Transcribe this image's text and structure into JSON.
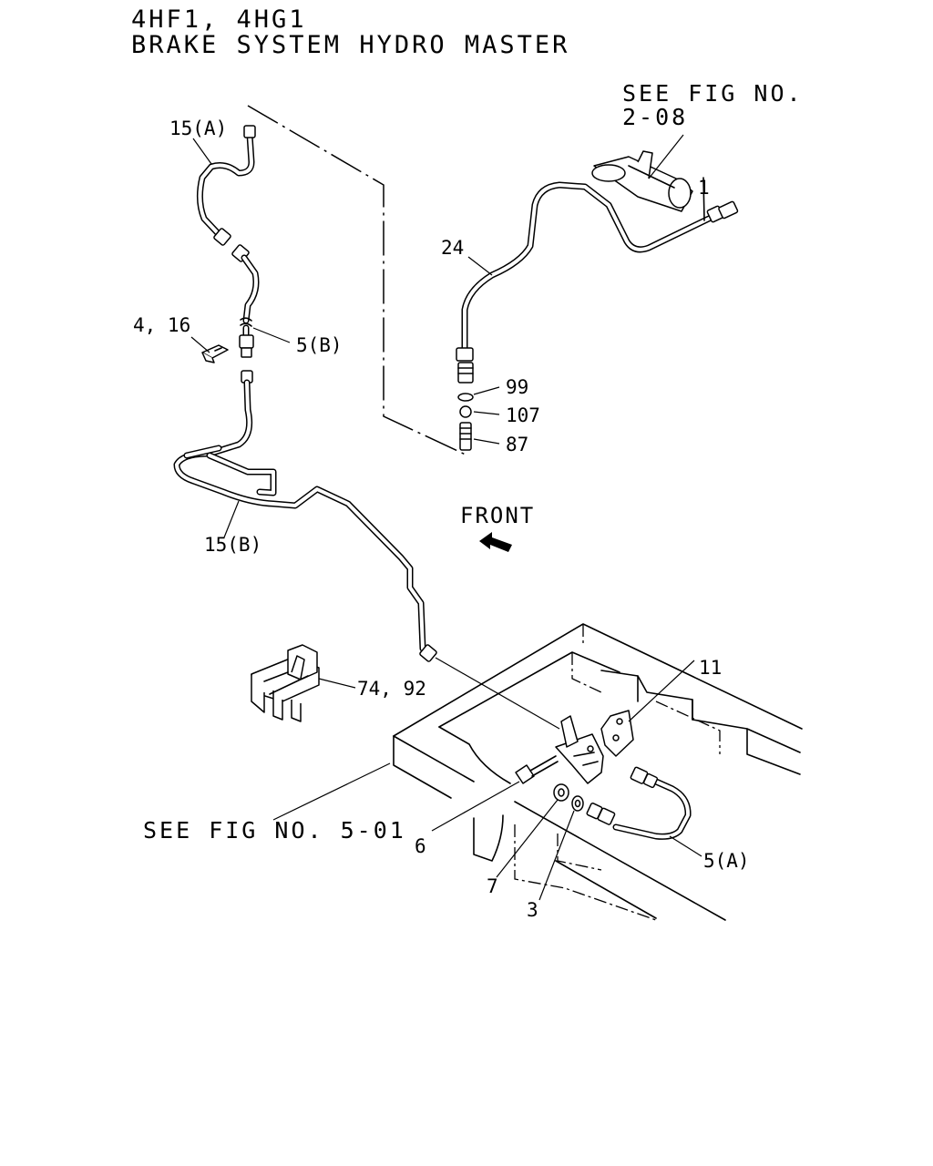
{
  "title": {
    "line1": "4HF1, 4HG1",
    "line2": "BRAKE SYSTEM HYDRO MASTER"
  },
  "references": {
    "fig_2_08_line1": "SEE FIG NO.",
    "fig_2_08_line2": "2-08",
    "fig_5_01": "SEE FIG NO. 5-01"
  },
  "front_label": "FRONT",
  "callouts": {
    "p15a": "15(A)",
    "p4_16": "4, 16",
    "p5b": "5(B)",
    "p15b": "15(B)",
    "p24": "24",
    "p99": "99",
    "p107": "107",
    "p87": "87",
    "p1": "1",
    "p11": "11",
    "p74_92": "74, 92",
    "p6": "6",
    "p7": "7",
    "p3": "3",
    "p5a": "5(A)"
  },
  "icons": {
    "front_arrow": "front-arrow-icon"
  },
  "colors": {
    "ink": "#000000",
    "paper": "#ffffff"
  }
}
